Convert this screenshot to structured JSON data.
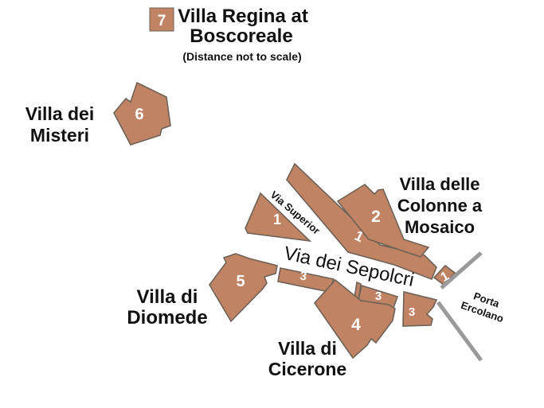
{
  "legend": {
    "number": "7",
    "title_line1": "Villa Regina at",
    "title_line2": "Boscoreale",
    "note": "(Distance not to scale)"
  },
  "villas": {
    "misteri": {
      "name_line1": "Villa dei",
      "name_line2": "Misteri",
      "number": "6"
    },
    "colonne": {
      "name_line1": "Villa delle",
      "name_line2": "Colonne a",
      "name_line3": "Mosaico",
      "number": "2"
    },
    "diomede": {
      "name_line1": "Villa di",
      "name_line2": "Diomede",
      "number": "5"
    },
    "cicerone": {
      "name_line1": "Villa di",
      "name_line2": "Cicerone",
      "number": "4"
    }
  },
  "roads": {
    "via_superior": "Via Superior",
    "via_dei_sepolcri": "Via dei Sepolcri"
  },
  "gate": {
    "name_line1": "Porta",
    "name_line2": "Ercolano"
  },
  "sites": {
    "num_1_west": "1",
    "num_1_strip": "1",
    "num_1_gate": "1",
    "num_3_strip": "3",
    "num_3_middle": "3",
    "num_3_east": "3"
  },
  "colors": {
    "background": "#FFFFFF",
    "shape_fill": "#C08465",
    "shape_stroke": "#6E6257",
    "wall_gray": "#9A9A9A",
    "text": "#111111",
    "number_text": "#FFFFFF"
  }
}
